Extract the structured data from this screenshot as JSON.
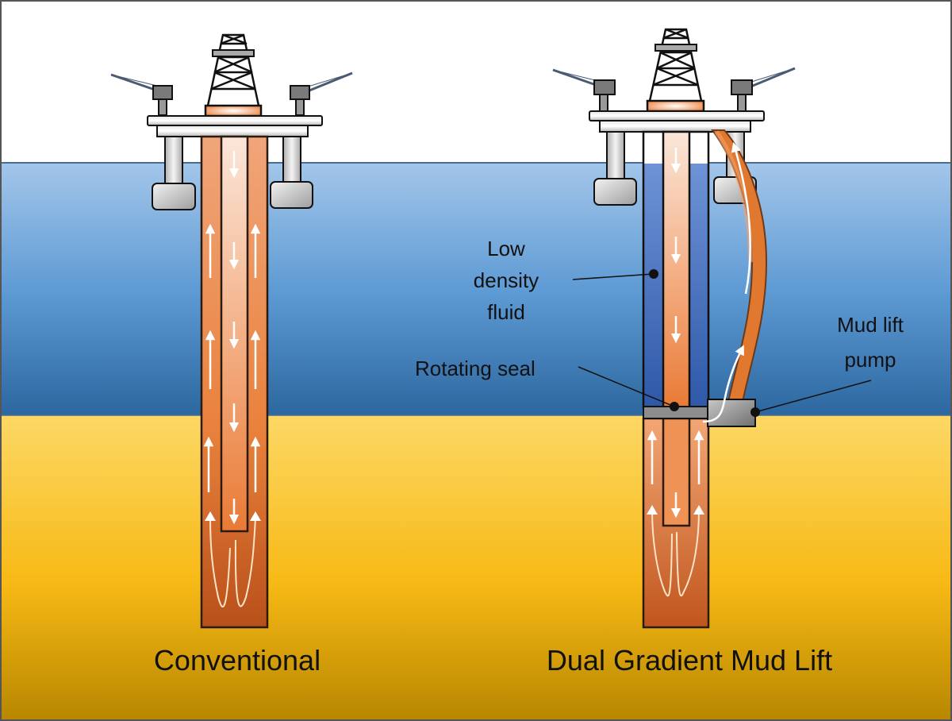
{
  "diagram": {
    "title_left": "Conventional",
    "title_right": "Dual Gradient Mud Lift",
    "callouts": {
      "low_density_fluid": [
        "Low",
        "density",
        "fluid"
      ],
      "rotating_seal": "Rotating seal",
      "mud_lift_pump": [
        "Mud lift",
        "pump"
      ]
    },
    "colors": {
      "sky": "#ffffff",
      "sea_top": "#9cc2e8",
      "sea_bottom": "#2f6aa3",
      "seabed_top": "#fdd866",
      "seabed_bottom": "#b98600",
      "mud": "#e8823a",
      "mud_light": "#fbe3d4",
      "low_density": "#3d68b8",
      "steel": "#c9c9c9"
    }
  }
}
